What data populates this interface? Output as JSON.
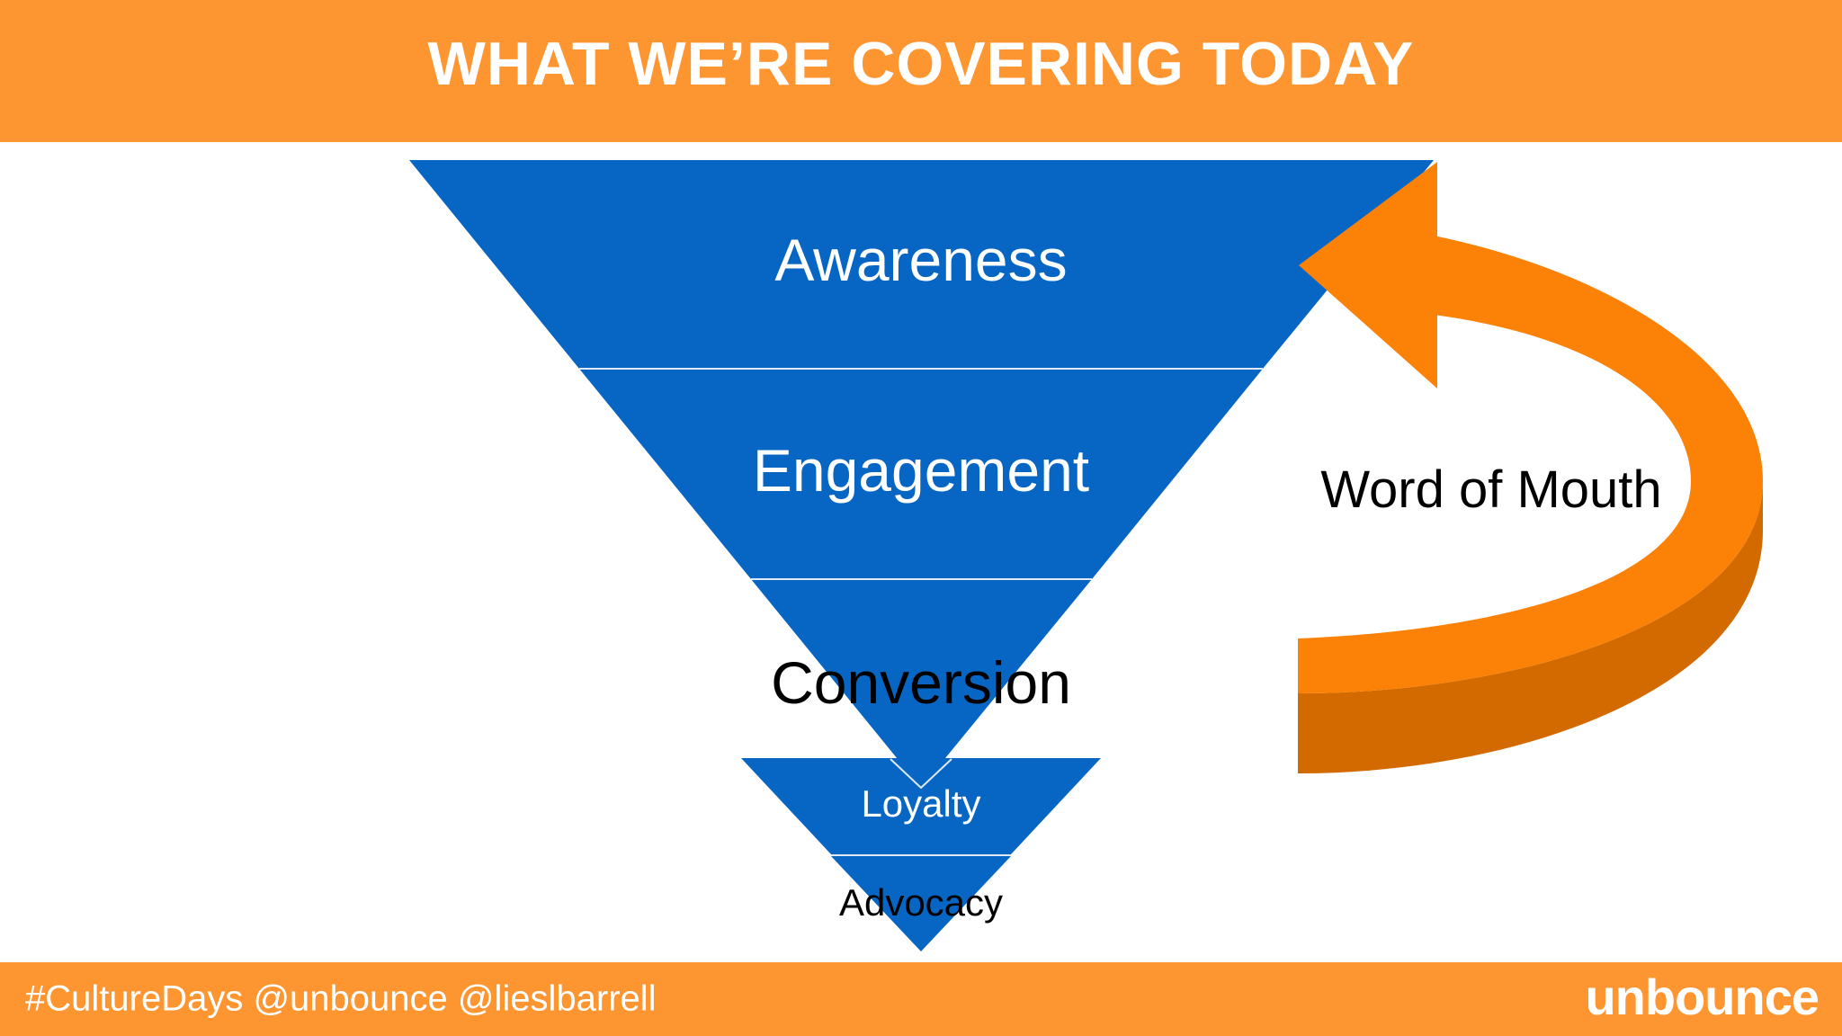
{
  "header": {
    "title": "WHAT WE’RE COVERING TODAY"
  },
  "funnel": {
    "stages": [
      {
        "label": "Awareness"
      },
      {
        "label": "Engagement"
      },
      {
        "label": "Conversion"
      },
      {
        "label": "Loyalty"
      },
      {
        "label": "Advocacy"
      }
    ]
  },
  "loop_arrow": {
    "label": "Word of Mouth"
  },
  "footer": {
    "tags": "#CultureDays @unbounce @lieslbarrell",
    "logo": "unbounce"
  },
  "colors": {
    "orange_bar": "#fd9531",
    "funnel_blue": "#0766c4",
    "arrow_orange": "#fb8107",
    "arrow_dark_orange": "#d36a00"
  }
}
